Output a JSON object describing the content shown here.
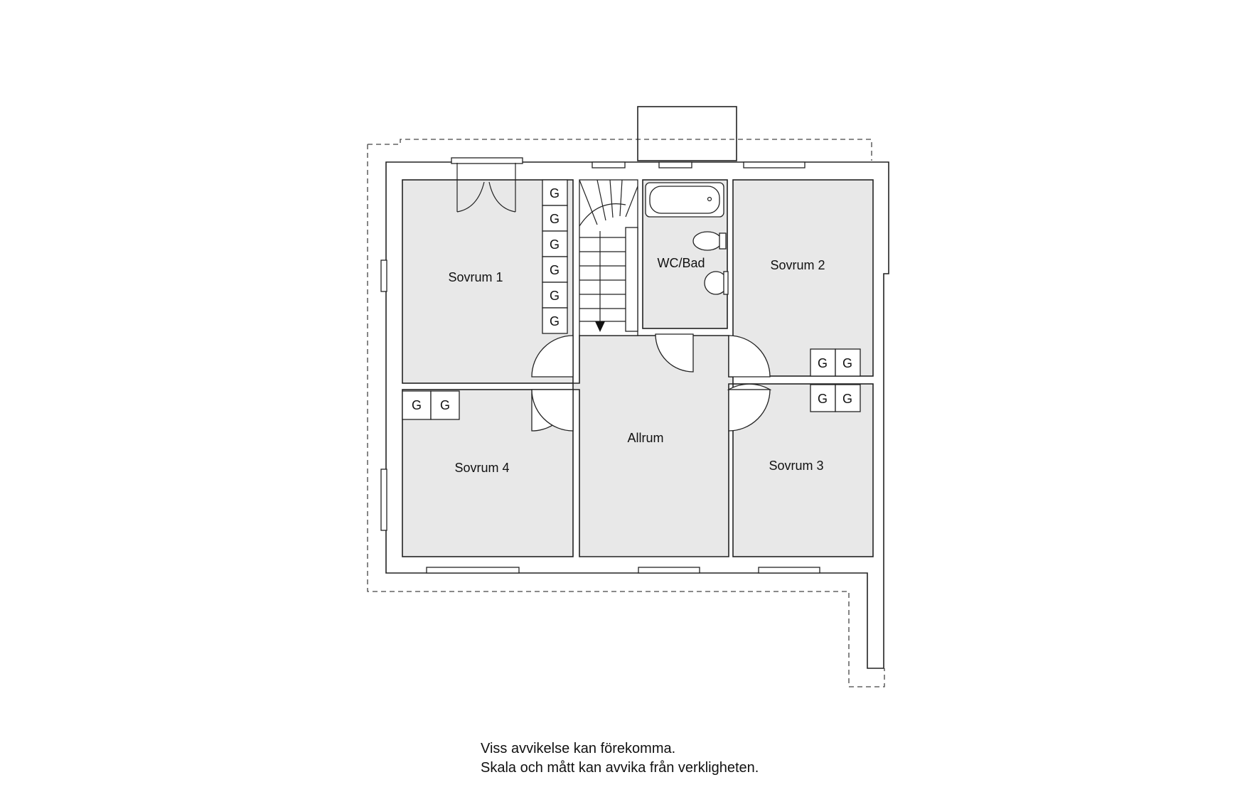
{
  "rooms": {
    "sovrum1": "Sovrum 1",
    "sovrum2": "Sovrum 2",
    "sovrum3": "Sovrum 3",
    "sovrum4": "Sovrum 4",
    "wcbad": "WC/Bad",
    "allrum": "Allrum"
  },
  "wardrobe_mark": "G",
  "disclaimer": {
    "line1": "Viss avvikelse kan förekomma.",
    "line2": "Skala och mått kan avvika från verkligheten."
  }
}
